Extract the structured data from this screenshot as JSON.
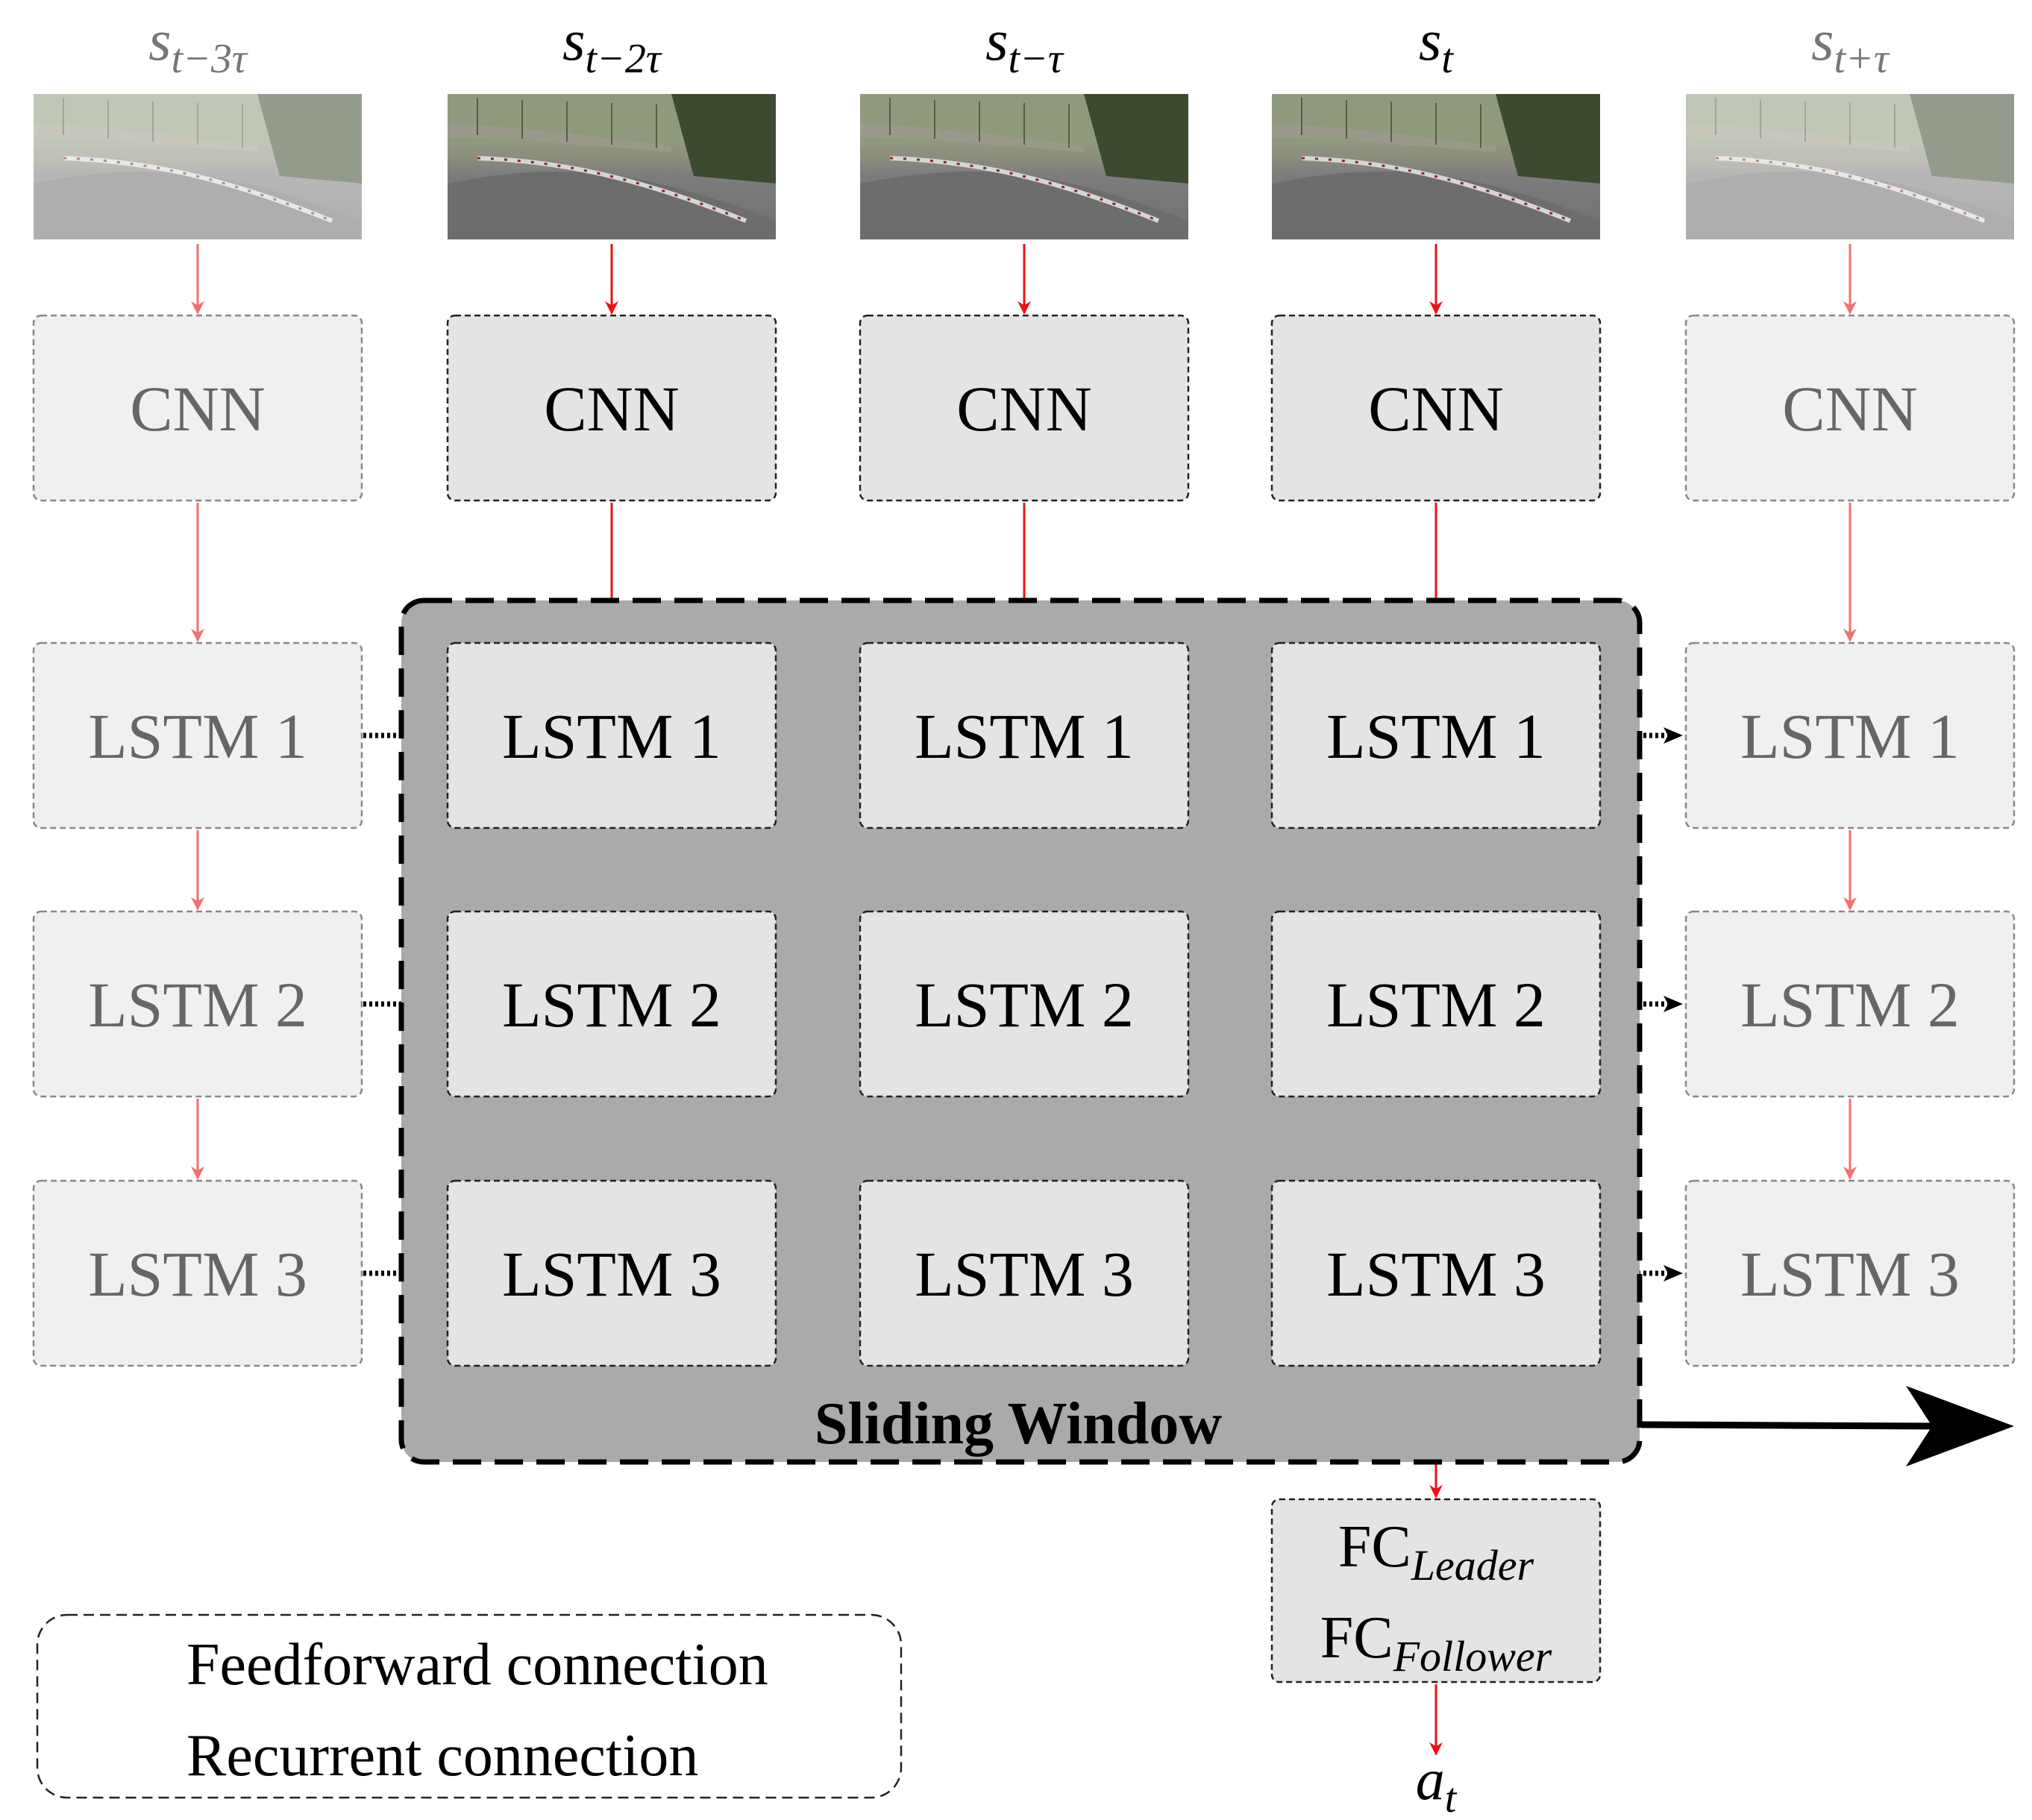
{
  "states": {
    "s0": {
      "base": "s",
      "sub": "t−3τ"
    },
    "s1": {
      "base": "s",
      "sub": "t−2τ"
    },
    "s2": {
      "base": "s",
      "sub": "t−τ"
    },
    "s3": {
      "base": "s",
      "sub": "t"
    },
    "s4": {
      "base": "s",
      "sub": "t+τ"
    }
  },
  "labels": {
    "cnn": "CNN",
    "lstm1": "LSTM 1",
    "lstm2": "LSTM 2",
    "lstm3": "LSTM 3",
    "window": "Sliding Window",
    "fc": "FC",
    "fc_leader_sub": "Leader",
    "fc_follower_sub": "Follower",
    "action_base": "a",
    "action_sub": "t"
  },
  "legend": {
    "feedforward": "Feedforward connection",
    "recurrent": "Recurrent connection"
  },
  "colors": {
    "feedforward": "#ee1111",
    "feedforward_faded": "#f27070",
    "window_fill": "#aaaaaa",
    "box_fill": "#e4e4e4",
    "box_fill_faded": "#f0f0f0",
    "text_active": "#000000",
    "text_faded": "#666666"
  }
}
